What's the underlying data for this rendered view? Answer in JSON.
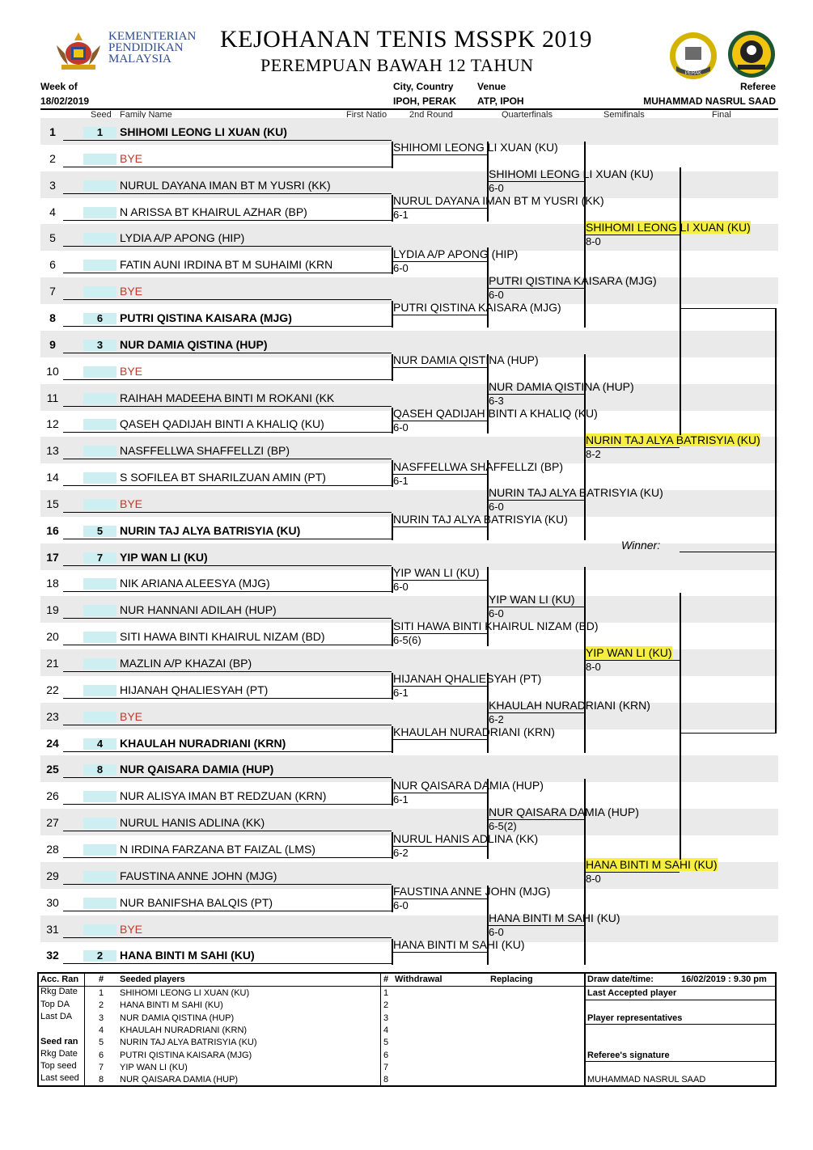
{
  "header": {
    "ministry_lines": [
      "KEMENTERIAN",
      "PENDIDIKAN",
      "MALAYSIA"
    ],
    "title": "KEJOHANAN TENIS MSSPK 2019",
    "subtitle": "PEREMPUAN BAWAH 12 TAHUN",
    "week_of_label": "Week of",
    "week_of": "18/02/2019",
    "city_label": "City, Country",
    "city": "IPOH, PERAK",
    "venue_label": "Venue",
    "venue": "ATP, IPOH",
    "referee_label": "Referee",
    "referee": "MUHAMMAD NASRUL SAAD",
    "logo_badge_text": "PERAK"
  },
  "columns": {
    "seed": "Seed",
    "family_name": "Family Name",
    "first_name": "First Natio",
    "round2": "2nd Round",
    "quarterfinals": "Quarterfinals",
    "semifinals": "Semifinals",
    "final": "Final"
  },
  "draw": [
    {
      "num": "1",
      "seed": "1",
      "name": "SHIHOMI LEONG LI XUAN (KU)",
      "bold": true,
      "bye": false
    },
    {
      "num": "2",
      "seed": "",
      "name": "BYE",
      "bold": false,
      "bye": true
    },
    {
      "num": "3",
      "seed": "",
      "name": "NURUL DAYANA IMAN BT M YUSRI (KK)",
      "bold": false,
      "bye": false
    },
    {
      "num": "4",
      "seed": "",
      "name": "N ARISSA BT KHAIRUL AZHAR (BP)",
      "bold": false,
      "bye": false
    },
    {
      "num": "5",
      "seed": "",
      "name": "LYDIA A/P APONG (HIP)",
      "bold": false,
      "bye": false
    },
    {
      "num": "6",
      "seed": "",
      "name": "FATIN AUNI IRDINA BT M SUHAIMI (KRN",
      "bold": false,
      "bye": false
    },
    {
      "num": "7",
      "seed": "",
      "name": "BYE",
      "bold": false,
      "bye": true
    },
    {
      "num": "8",
      "seed": "6",
      "name": "PUTRI QISTINA KAISARA (MJG)",
      "bold": true,
      "bye": false
    },
    {
      "num": "9",
      "seed": "3",
      "name": "NUR DAMIA QISTINA (HUP)",
      "bold": true,
      "bye": false
    },
    {
      "num": "10",
      "seed": "",
      "name": "BYE",
      "bold": false,
      "bye": true
    },
    {
      "num": "11",
      "seed": "",
      "name": "RAIHAH MADEEHA BINTI M ROKANI (KK",
      "bold": false,
      "bye": false
    },
    {
      "num": "12",
      "seed": "",
      "name": "QASEH QADIJAH BINTI A KHALIQ (KU)",
      "bold": false,
      "bye": false
    },
    {
      "num": "13",
      "seed": "",
      "name": "NASFFELLWA SHAFFELLZI (BP)",
      "bold": false,
      "bye": false
    },
    {
      "num": "14",
      "seed": "",
      "name": "S SOFILEA BT SHARILZUAN AMIN (PT)",
      "bold": false,
      "bye": false
    },
    {
      "num": "15",
      "seed": "",
      "name": "BYE",
      "bold": false,
      "bye": true
    },
    {
      "num": "16",
      "seed": "5",
      "name": "NURIN TAJ ALYA BATRISYIA (KU)",
      "bold": true,
      "bye": false
    },
    {
      "num": "17",
      "seed": "7",
      "name": "YIP WAN LI (KU)",
      "bold": true,
      "bye": false
    },
    {
      "num": "18",
      "seed": "",
      "name": "NIK ARIANA ALEESYA (MJG)",
      "bold": false,
      "bye": false
    },
    {
      "num": "19",
      "seed": "",
      "name": "NUR HANNANI ADILAH (HUP)",
      "bold": false,
      "bye": false
    },
    {
      "num": "20",
      "seed": "",
      "name": "SITI HAWA BINTI KHAIRUL NIZAM (BD)",
      "bold": false,
      "bye": false
    },
    {
      "num": "21",
      "seed": "",
      "name": "MAZLIN A/P KHAZAI (BP)",
      "bold": false,
      "bye": false
    },
    {
      "num": "22",
      "seed": "",
      "name": "HIJANAH QHALIESYAH (PT)",
      "bold": false,
      "bye": false
    },
    {
      "num": "23",
      "seed": "",
      "name": "BYE",
      "bold": false,
      "bye": true
    },
    {
      "num": "24",
      "seed": "4",
      "name": "KHAULAH NURADRIANI (KRN)",
      "bold": true,
      "bye": false
    },
    {
      "num": "25",
      "seed": "8",
      "name": "NUR QAISARA DAMIA (HUP)",
      "bold": true,
      "bye": false
    },
    {
      "num": "26",
      "seed": "",
      "name": "NUR ALISYA IMAN BT REDZUAN (KRN)",
      "bold": false,
      "bye": false
    },
    {
      "num": "27",
      "seed": "",
      "name": "NURUL HANIS ADLINA (KK)",
      "bold": false,
      "bye": false
    },
    {
      "num": "28",
      "seed": "",
      "name": "N IRDINA FARZANA BT FAIZAL (LMS)",
      "bold": false,
      "bye": false
    },
    {
      "num": "29",
      "seed": "",
      "name": "FAUSTINA ANNE JOHN (MJG)",
      "bold": false,
      "bye": false
    },
    {
      "num": "30",
      "seed": "",
      "name": "NUR BANIFSHA BALQIS (PT)",
      "bold": false,
      "bye": false
    },
    {
      "num": "31",
      "seed": "",
      "name": "BYE",
      "bold": false,
      "bye": true
    },
    {
      "num": "32",
      "seed": "2",
      "name": "HANA BINTI M SAHI (KU)",
      "bold": true,
      "bye": false
    }
  ],
  "round2": [
    {
      "name": "SHIHOMI LEONG LI XUAN (KU)",
      "score": ""
    },
    {
      "name": "NURUL DAYANA IMAN BT M YUSRI (KK)",
      "score": "6-1"
    },
    {
      "name": "LYDIA A/P APONG (HIP)",
      "score": "6-0"
    },
    {
      "name": "PUTRI QISTINA KAISARA (MJG)",
      "score": ""
    },
    {
      "name": "NUR DAMIA QISTINA (HUP)",
      "score": ""
    },
    {
      "name": "QASEH QADIJAH BINTI A KHALIQ (KU)",
      "score": "6-0"
    },
    {
      "name": "NASFFELLWA SHAFFELLZI (BP)",
      "score": "6-1"
    },
    {
      "name": "NURIN TAJ ALYA BATRISYIA (KU)",
      "score": ""
    },
    {
      "name": "YIP WAN LI (KU)",
      "score": "6-0"
    },
    {
      "name": "SITI HAWA BINTI KHAIRUL NIZAM (BD)",
      "score": "6-5(6)"
    },
    {
      "name": "HIJANAH QHALIESYAH (PT)",
      "score": "6-1"
    },
    {
      "name": "KHAULAH NURADRIANI (KRN)",
      "score": ""
    },
    {
      "name": "NUR QAISARA DAMIA (HUP)",
      "score": "6-1"
    },
    {
      "name": "NURUL HANIS ADLINA (KK)",
      "score": "6-2"
    },
    {
      "name": "FAUSTINA ANNE JOHN (MJG)",
      "score": "6-0"
    },
    {
      "name": "HANA BINTI M SAHI (KU)",
      "score": ""
    }
  ],
  "quarterfinals": [
    {
      "name": "SHIHOMI LEONG LI XUAN (KU)",
      "score": "6-0"
    },
    {
      "name": "PUTRI QISTINA KAISARA (MJG)",
      "score": "6-0"
    },
    {
      "name": "NUR DAMIA QISTINA (HUP)",
      "score": "6-3"
    },
    {
      "name": "NURIN TAJ ALYA BATRISYIA (KU)",
      "score": "6-0"
    },
    {
      "name": "YIP WAN LI (KU)",
      "score": "6-0"
    },
    {
      "name": "KHAULAH NURADRIANI (KRN)",
      "score": "6-2"
    },
    {
      "name": "NUR QAISARA DAMIA (HUP)",
      "score": "6-5(2)"
    },
    {
      "name": "HANA BINTI M SAHI (KU)",
      "score": "6-0"
    }
  ],
  "semifinals": [
    {
      "name": "SHIHOMI LEONG LI XUAN (KU)",
      "score": "8-0"
    },
    {
      "name": "NURIN TAJ ALYA BATRISYIA (KU)",
      "score": "8-2"
    },
    {
      "name": "YIP WAN LI (KU)",
      "score": "8-0"
    },
    {
      "name": "HANA BINTI M SAHI (KU)",
      "score": "8-0"
    }
  ],
  "winner_label": "Winner:",
  "highlight_color": "#f6ef42",
  "seed_cell_color": "#cdeff2",
  "footer": {
    "left_labels": [
      "Acc. Ran",
      "Rkg Date",
      "Top DA",
      "Last DA",
      "",
      "Seed ran",
      "Rkg Date",
      "Top seed",
      "Last seed"
    ],
    "hash": "#",
    "seeded_title": "Seeded players",
    "seeded": [
      {
        "n": "1",
        "name": "SHIHOMI LEONG LI XUAN (KU)"
      },
      {
        "n": "2",
        "name": "HANA BINTI M SAHI (KU)"
      },
      {
        "n": "3",
        "name": "NUR DAMIA QISTINA (HUP)"
      },
      {
        "n": "4",
        "name": "KHAULAH NURADRIANI (KRN)"
      },
      {
        "n": "5",
        "name": "NURIN TAJ ALYA BATRISYIA (KU)"
      },
      {
        "n": "6",
        "name": "PUTRI QISTINA KAISARA (MJG)"
      },
      {
        "n": "7",
        "name": "YIP WAN LI (KU)"
      },
      {
        "n": "8",
        "name": "NUR QAISARA DAMIA (HUP)"
      }
    ],
    "withdrawal_title": "Withdrawal",
    "replacing_title": "Replacing",
    "withdrawal_nums": [
      "1",
      "2",
      "3",
      "4",
      "5",
      "6",
      "7",
      "8"
    ],
    "draw_date_label": "Draw date/time:",
    "draw_date": "16/02/2019 : 9.30 pm",
    "last_accepted": "Last Accepted player",
    "player_reps": "Player representatives",
    "referee_sig": "Referee's signature",
    "referee_name": "MUHAMMAD NASRUL SAAD"
  }
}
